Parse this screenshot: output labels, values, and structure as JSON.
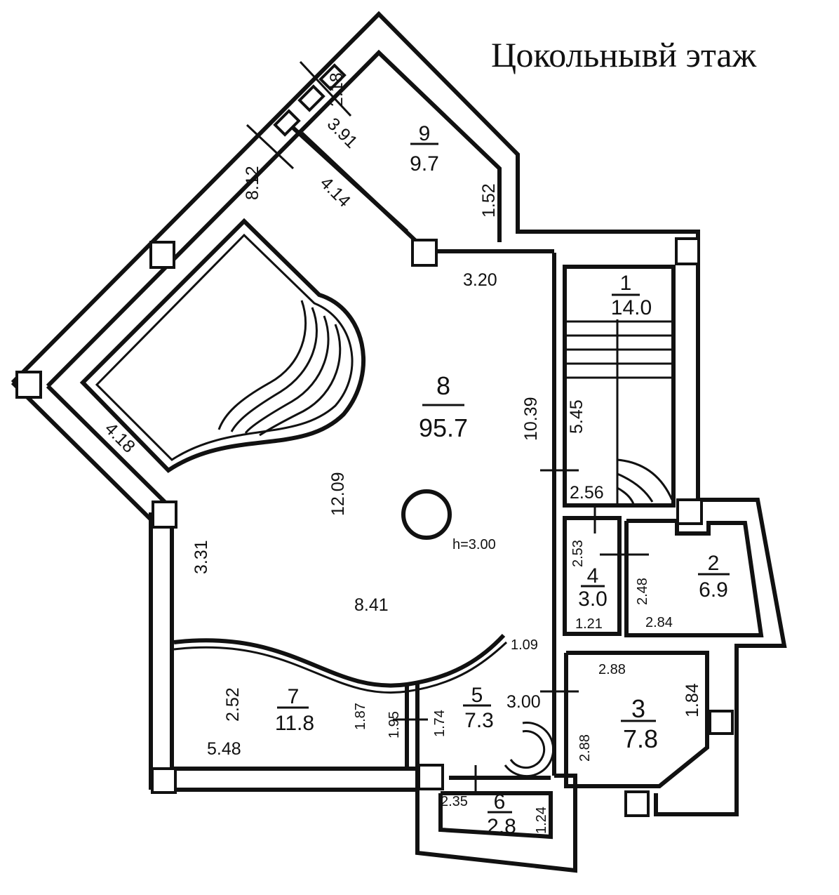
{
  "title": "Цокольнывй этаж",
  "rooms": [
    {
      "number": "1",
      "area": "14.0"
    },
    {
      "number": "2",
      "area": "6.9"
    },
    {
      "number": "3",
      "area": "7.8"
    },
    {
      "number": "4",
      "area": "3.0"
    },
    {
      "number": "5",
      "area": "7.3"
    },
    {
      "number": "6",
      "area": "2.8"
    },
    {
      "number": "7",
      "area": "11.8"
    },
    {
      "number": "8",
      "area": "95.7"
    },
    {
      "number": "9",
      "area": "9.7"
    }
  ],
  "height_note": "h=3.00",
  "dimensions": {
    "d_2_18": "2.18",
    "d_3_91": "3.91",
    "d_8_12": "8.12",
    "d_4_14": "4.14",
    "d_1_52": "1.52",
    "d_3_20": "3.20",
    "d_10_39": "10.39",
    "d_5_45": "5.45",
    "d_2_56": "2.56",
    "d_4_18": "4.18",
    "d_12_09": "12.09",
    "d_3_31": "3.31",
    "d_8_41": "8.41",
    "d_2_53": "2.53",
    "d_2_48": "2.48",
    "d_1_21": "1.21",
    "d_2_84": "2.84",
    "d_1_09": "1.09",
    "d_2_88_top": "2.88",
    "d_1_84": "1.84",
    "d_3_00": "3.00",
    "d_2_88_left": "2.88",
    "d_2_52": "2.52",
    "d_1_87": "1.87",
    "d_1_95": "1.95",
    "d_1_74": "1.74",
    "d_5_48": "5.48",
    "d_2_35": "2.35",
    "d_1_24": "1.24"
  }
}
